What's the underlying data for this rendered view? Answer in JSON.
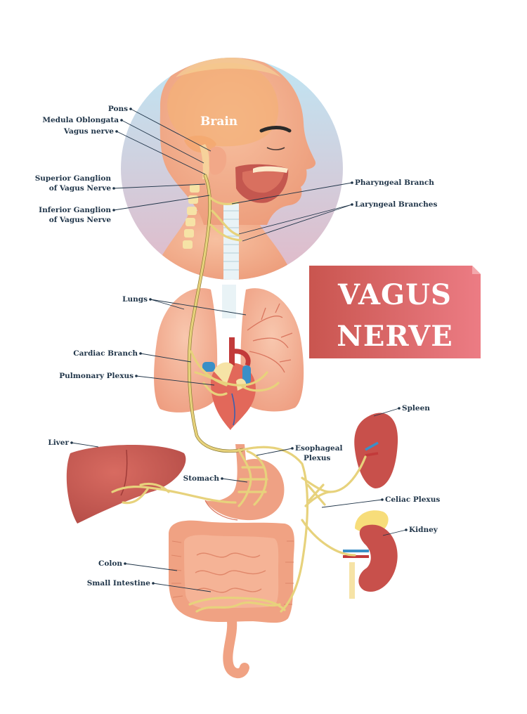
{
  "title": {
    "line1": "VAGUS",
    "line2": "NERVE"
  },
  "brain_label": "Brain",
  "labels": {
    "pons": "Pons",
    "medulla": "Medula Oblongata",
    "vagus": "Vagus nerve",
    "superior_1": "Superior Ganglion",
    "superior_2": "of Vagus Nerve",
    "inferior_1": "Inferior Ganglion",
    "inferior_2": "of Vagus Nerve",
    "pharyngeal": "Pharyngeal Branch",
    "laryngeal": "Laryngeal Branches",
    "lungs": "Lungs",
    "cardiac": "Cardiac Branch",
    "pulmonary": "Pulmonary Plexus",
    "liver": "Liver",
    "stomach": "Stomach",
    "esophageal_1": "Esophageal",
    "esophageal_2": "Plexus",
    "spleen": "Spleen",
    "celiac": "Celiac Plexus",
    "kidney": "Kidney",
    "colon": "Colon",
    "small_intestine": "Small Intestine"
  },
  "colors": {
    "label_text": "#1f3448",
    "nerve": "#e7d27c",
    "title_bg": "#cf5c56",
    "title_bg_light": "#e8727a",
    "organ": "#ef9a7a",
    "organ_dark": "#c4584f"
  }
}
